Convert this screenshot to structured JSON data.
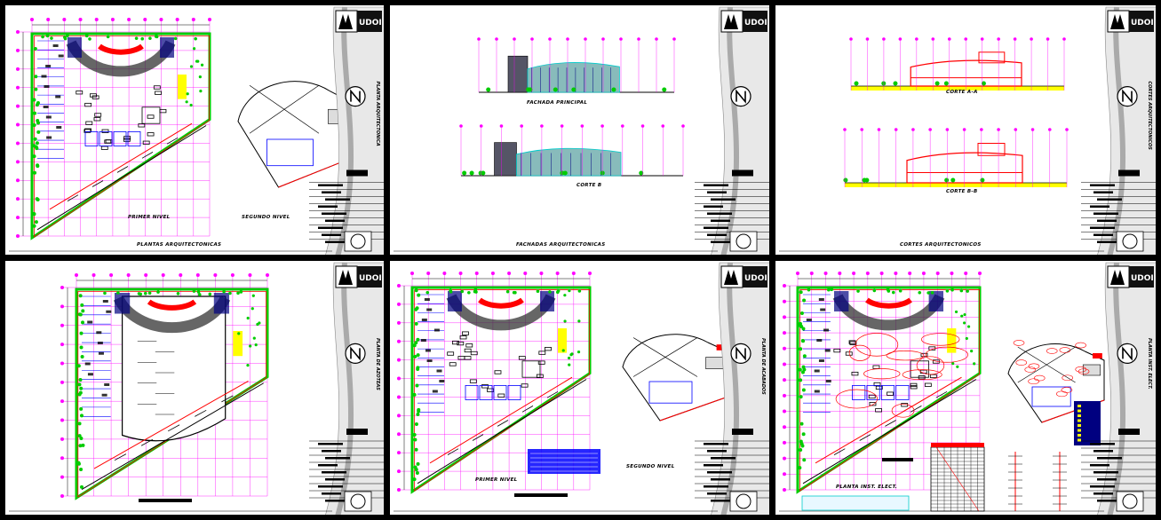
{
  "logo_text": "UDOI",
  "colors": {
    "magenta": "#ff00ff",
    "green": "#00cc00",
    "red": "#ff0000",
    "blue": "#0000ff",
    "cyan": "#00cccc",
    "yellow": "#ffff00",
    "navy": "#000080",
    "grey": "#999999"
  },
  "sheets": [
    {
      "id": "s1",
      "sheet_title": "PLANTAS ARQUITECTONICAS",
      "vertical_title": "PLANTA ARQUITECTONICA",
      "labels": [
        "PRIMER NIVEL",
        "SEGUNDO NIVEL"
      ]
    },
    {
      "id": "s2",
      "sheet_title": "FACHADAS ARQUITECTONICAS",
      "vertical_title": "",
      "labels": [
        "FACHADA PRINCIPAL",
        "CORTE B"
      ]
    },
    {
      "id": "s3",
      "sheet_title": "CORTES ARQUITECTONICOS",
      "vertical_title": "CORTES ARQUITECTONICOS",
      "labels": [
        "CORTE A-A",
        "CORTE B-B"
      ]
    },
    {
      "id": "s4",
      "sheet_title": "",
      "vertical_title": "PLANTA DE AZOTEAS",
      "labels": []
    },
    {
      "id": "s5",
      "sheet_title": "",
      "vertical_title": "PLANTA DE ACABADOS",
      "labels": [
        "PRIMER NIVEL",
        "SEGUNDO NIVEL"
      ]
    },
    {
      "id": "s6",
      "sheet_title": "",
      "vertical_title": "PLANTA INST. ELECT.",
      "labels": [
        "PLANTA INST. ELECT."
      ]
    }
  ]
}
